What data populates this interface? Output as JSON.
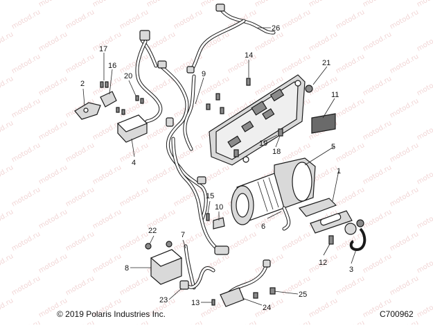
{
  "copyright": "© 2019 Polaris Industries Inc.",
  "diagram_id": "C700962",
  "watermark_text": "motod.ru",
  "callouts": [
    "1",
    "2",
    "3",
    "4",
    "5",
    "6",
    "7",
    "8",
    "9",
    "10",
    "11",
    "12",
    "13",
    "14",
    "15",
    "16",
    "17",
    "18",
    "19",
    "20",
    "21",
    "22",
    "23",
    "24",
    "25",
    "26"
  ],
  "colors": {
    "line": "#1a1a1a",
    "watermark": "#e6b4b4",
    "background": "#ffffff"
  }
}
